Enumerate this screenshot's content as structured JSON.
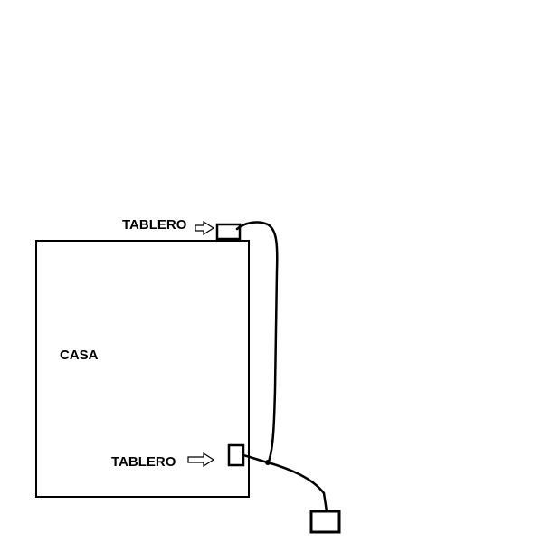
{
  "diagram": {
    "house_label": "CASA",
    "top_panel_label": "TABLERO",
    "bottom_panel_label": "TABLERO",
    "stroke_color": "#000000",
    "background_color": "#ffffff"
  }
}
